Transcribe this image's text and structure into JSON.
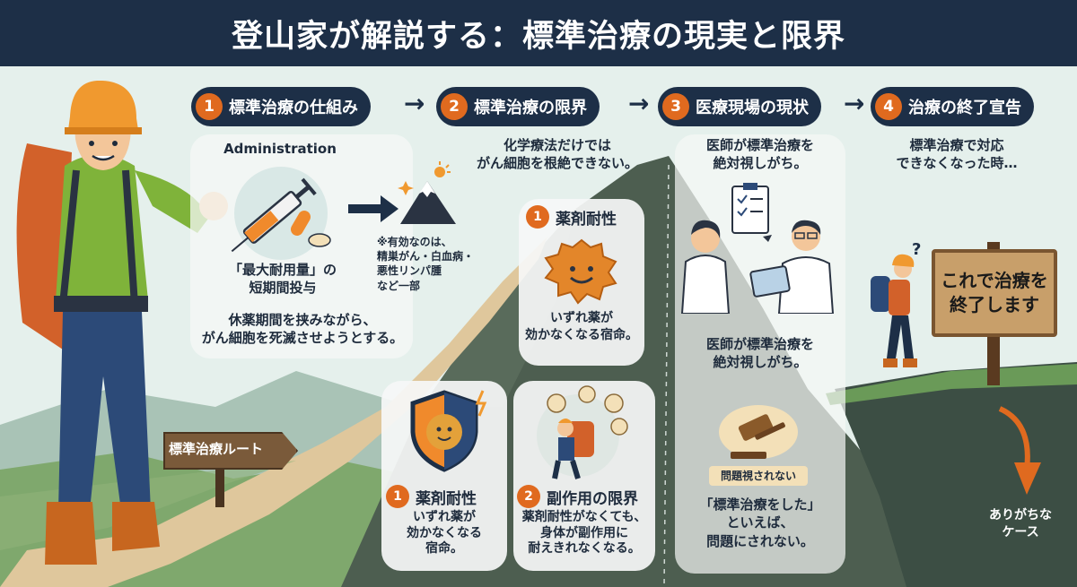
{
  "title": "登山家が解説する：標準治療の現実と限界",
  "steps": [
    {
      "num": "1",
      "label": "標準治療の仕組み"
    },
    {
      "num": "2",
      "label": "標準治療の限界"
    },
    {
      "num": "3",
      "label": "医療現場の現状"
    },
    {
      "num": "4",
      "label": "治療の終了宣告"
    }
  ],
  "arrow": "→",
  "panel1": {
    "admin_label": "Administration",
    "note": "※有効なのは、\n精巣がん・白血病・\n悪性リンパ腫\nなど一部",
    "max_dose": "「最大耐用量」の\n短期間投与",
    "desc": "休薬期間を挟みながら、\nがん細胞を死滅させようとする。",
    "route_sign": "標準治療ルート"
  },
  "panel2": {
    "intro": "化学療法だけでは\nがん細胞を根絶できない。",
    "resist_top": {
      "num": "1",
      "label": "薬剤耐性",
      "text": "いずれ薬が\n効かなくなる宿命。"
    },
    "resist_bottom": {
      "num": "1",
      "label": "薬剤耐性",
      "text": "いずれ薬が\n効かなくなる\n宿命。"
    },
    "side_effects": {
      "num": "2",
      "label": "副作用の限界",
      "text": "薬剤耐性がなくても、\n身体が副作用に\n耐えきれなくなる。"
    }
  },
  "panel3": {
    "text_top": "医師が標準治療を\n絶対視しがち。",
    "text_mid": "医師が標準治療を\n絶対視しがち。",
    "gavel_label": "問題視されない",
    "bottom_text": "「標準治療をした」\nといえば、\n問題にされない。"
  },
  "panel4": {
    "intro": "標準治療で対応\nできなくなった時…",
    "sign": "これで治療を\n終了します",
    "case_label": "ありがちな\nケース"
  },
  "colors": {
    "navy": "#1d2f47",
    "orange": "#e06a1f",
    "mountain": "#4d5e50",
    "grass": "#6a9a58"
  }
}
